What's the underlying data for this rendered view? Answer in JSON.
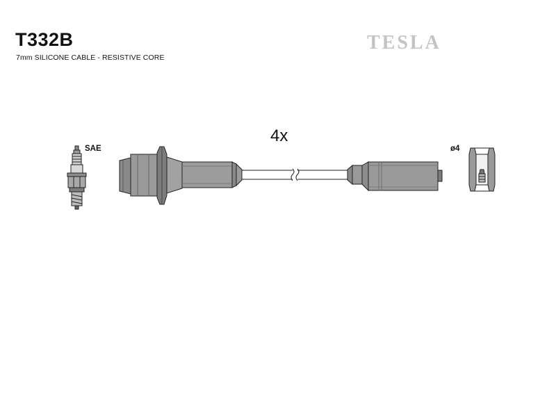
{
  "header": {
    "part_number": "T332B",
    "description": "7mm SILICONE CABLE - RESISTIVE CORE",
    "brand": "TESLA"
  },
  "diagram": {
    "quantity": "4x",
    "spark_plug_label": "SAE",
    "coil_terminal_label": "ø4"
  },
  "colors": {
    "line": "#222222",
    "fill": "#9a9a9a",
    "fill_dark": "#7c7c7c",
    "brand": "#c4c4c4"
  }
}
